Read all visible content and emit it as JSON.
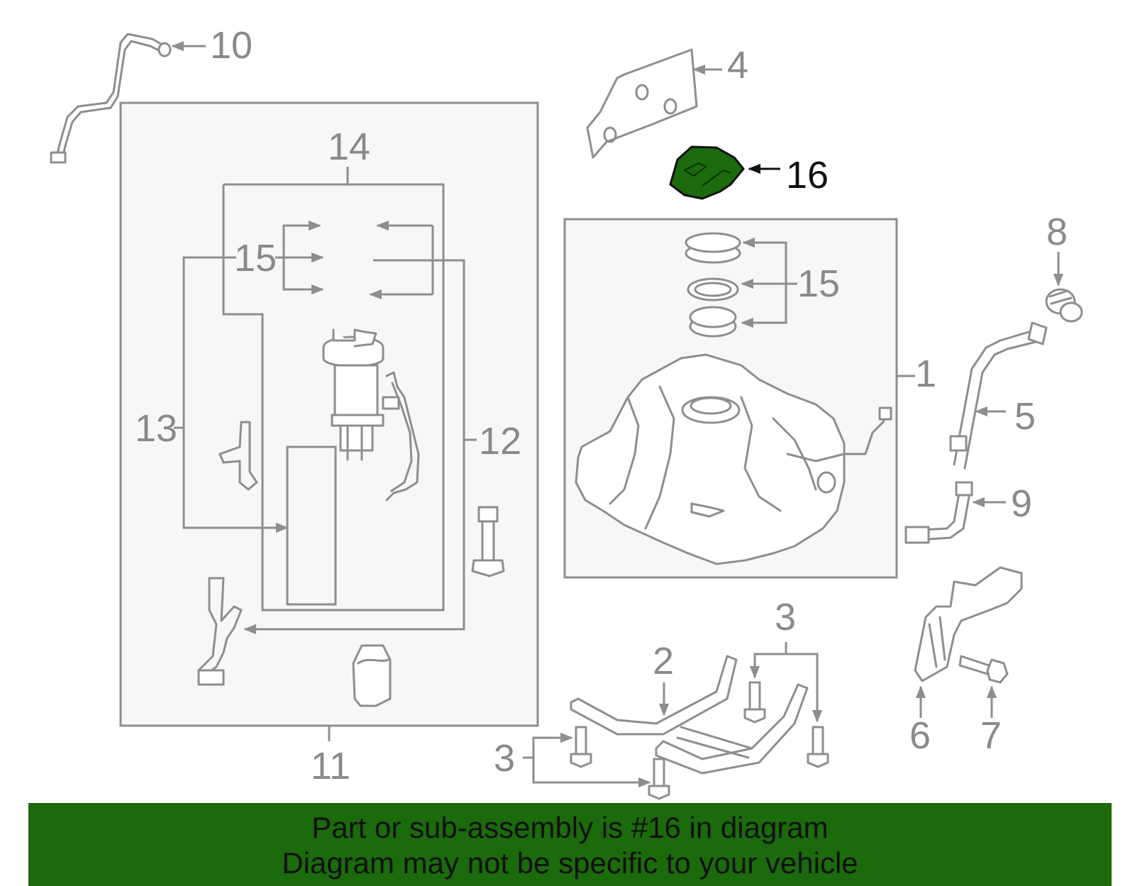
{
  "diagram": {
    "highlight_color": "#1b6a0c",
    "highlighted_part": "16",
    "callouts": {
      "c1": "1",
      "c2": "2",
      "c3a": "3",
      "c3b": "3",
      "c4": "4",
      "c5": "5",
      "c6": "6",
      "c7": "7",
      "c8": "8",
      "c9": "9",
      "c10": "10",
      "c11": "11",
      "c12": "12",
      "c13": "13",
      "c14": "14",
      "c15a": "15",
      "c15b": "15",
      "c16": "16"
    }
  },
  "banner": {
    "line1": "Part or sub-assembly is #16 in diagram",
    "line2": "Diagram may not be specific to your vehicle"
  }
}
